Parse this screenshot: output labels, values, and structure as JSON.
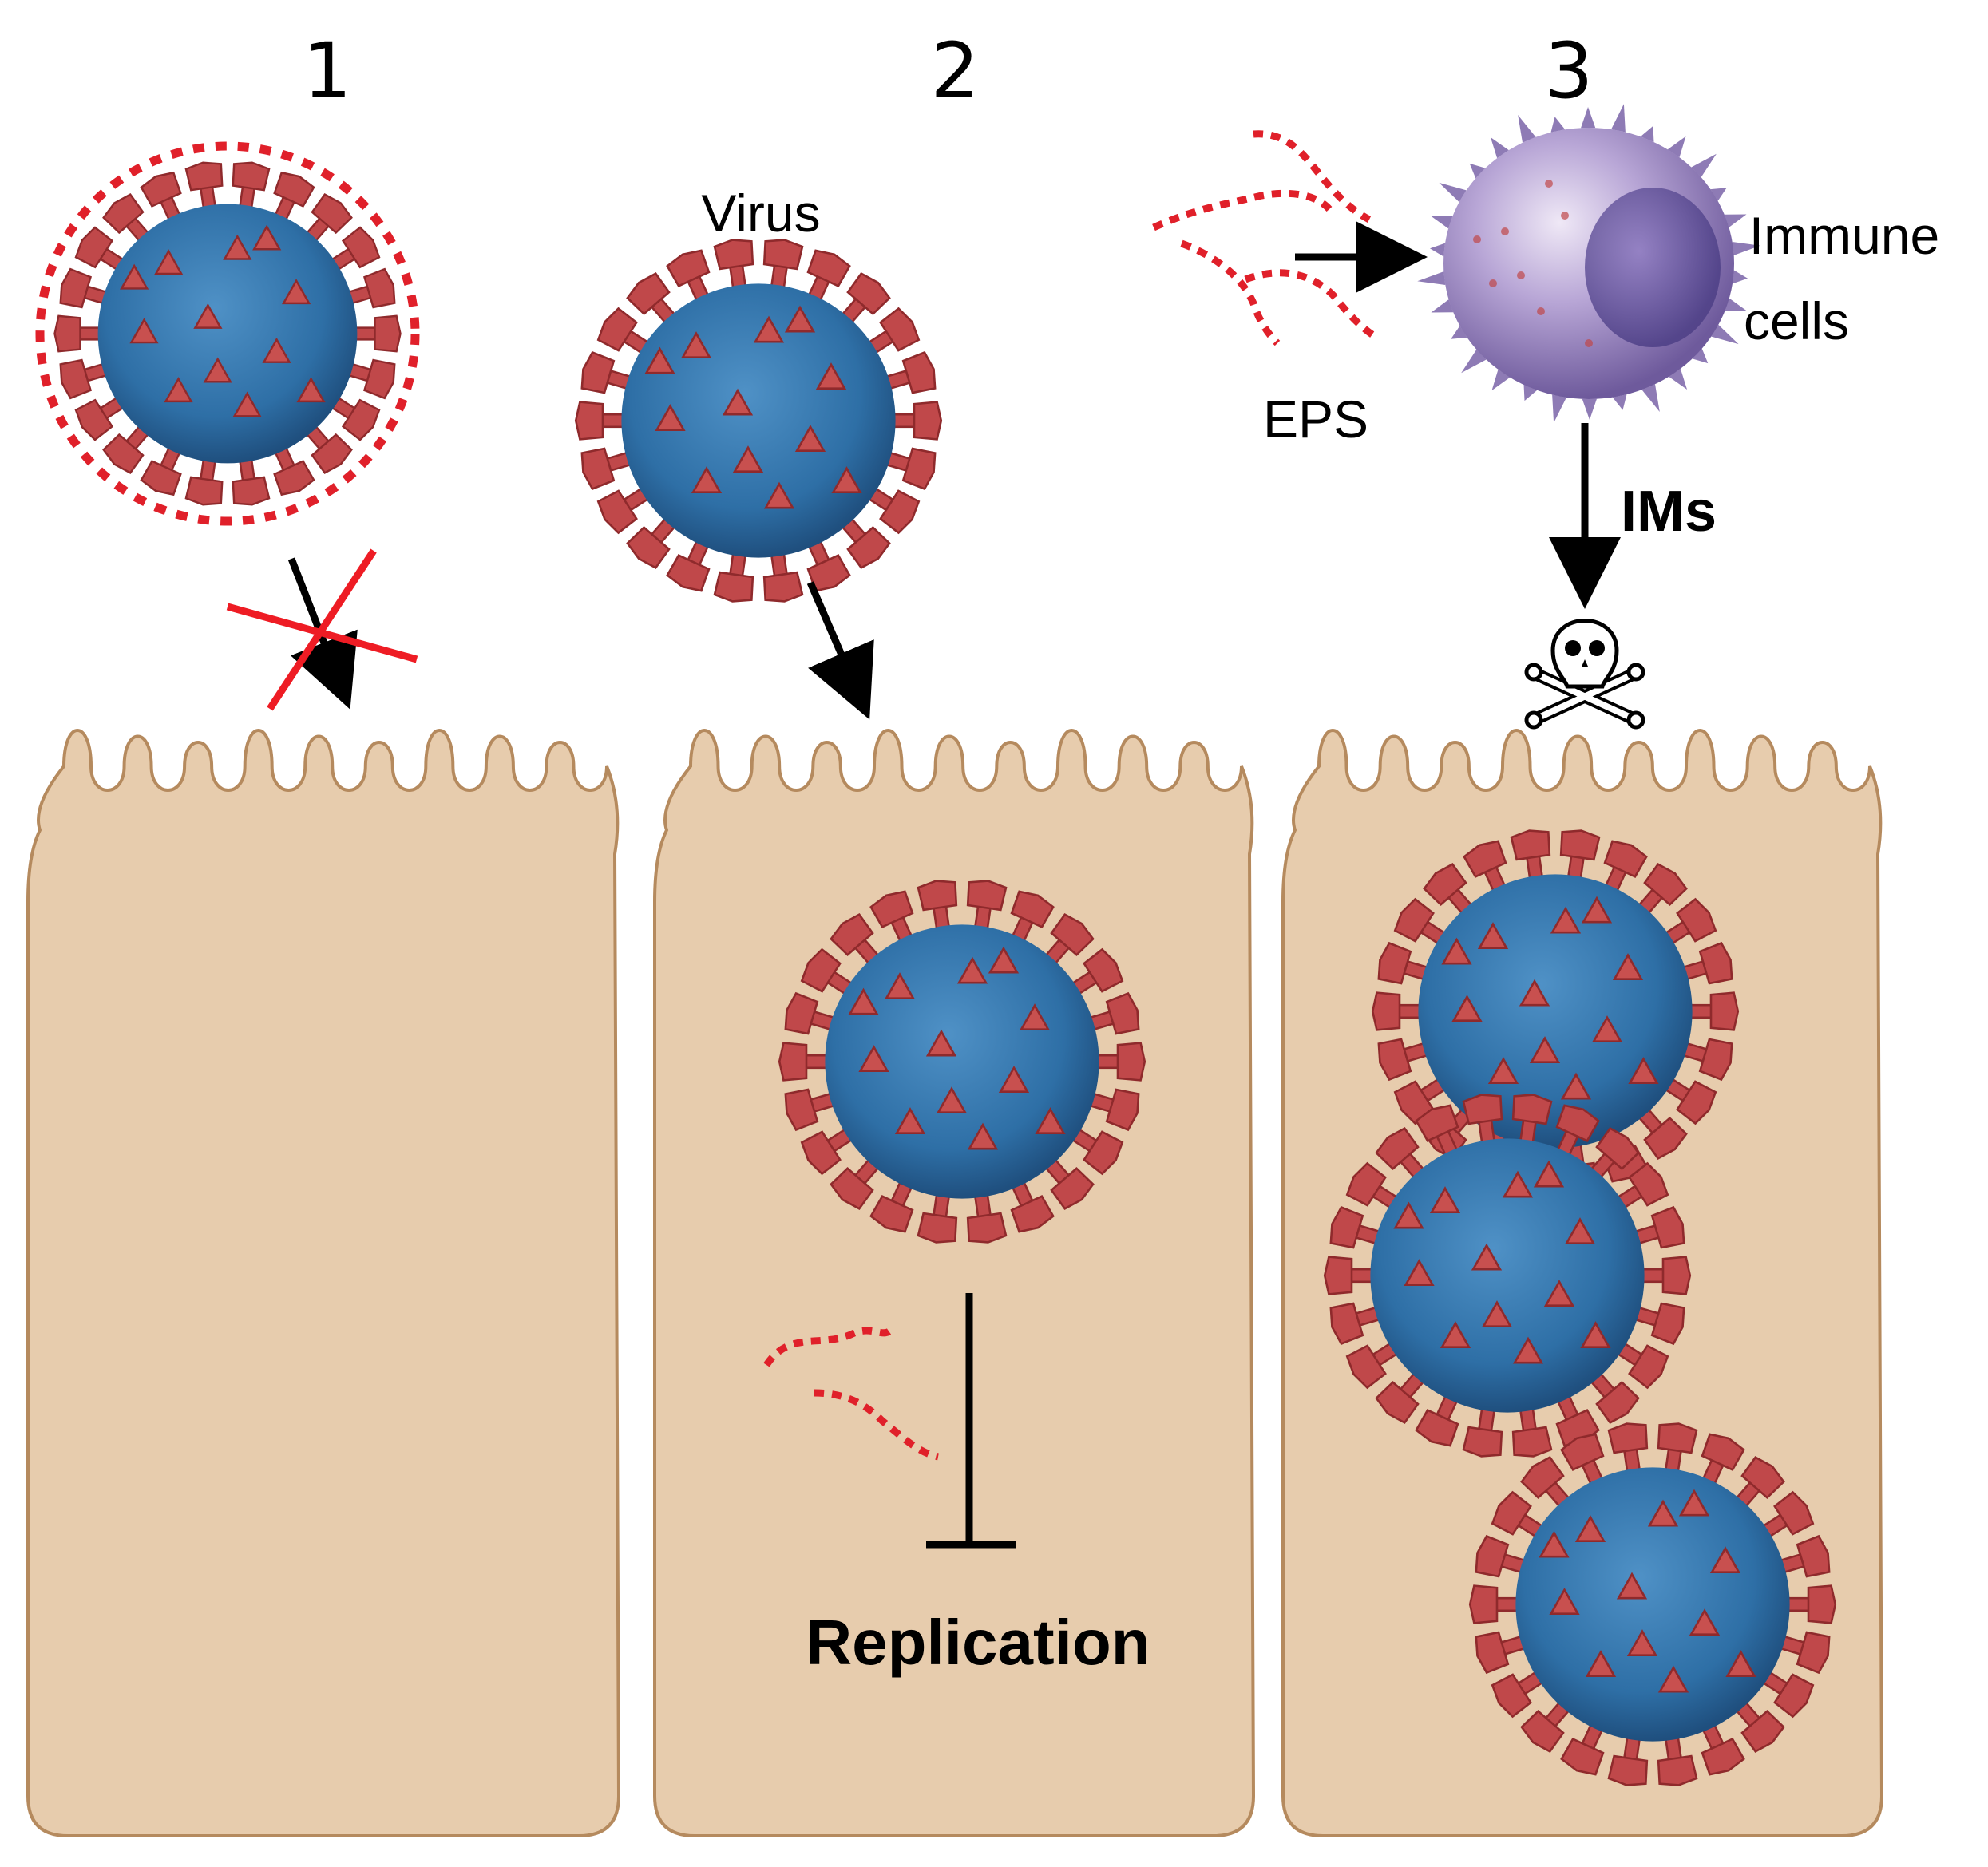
{
  "panels": [
    {
      "number": "1"
    },
    {
      "number": "2",
      "virus_label": "Virus",
      "inhibit_label": "Replication"
    },
    {
      "number": "3",
      "eps_label": "EPS",
      "immune_label_line1": "Immune",
      "immune_label_line2": "cells",
      "arrow_label": "IMs"
    }
  ],
  "icons": {
    "virus": "coronavirus-icon",
    "immune_cell": "immune-cell-icon",
    "death": "skull-crossbones-icon",
    "eps": "polysaccharide-chain-icon"
  },
  "colors": {
    "cell_fill": "#e7ccad",
    "cell_stroke": "#b58a5e",
    "virus_body": "#2e6fa6",
    "virus_spike": "#c0484a",
    "eps": "#e0202a",
    "block_x": "#ee1c24",
    "immune_cell": "#8e7bb5"
  }
}
